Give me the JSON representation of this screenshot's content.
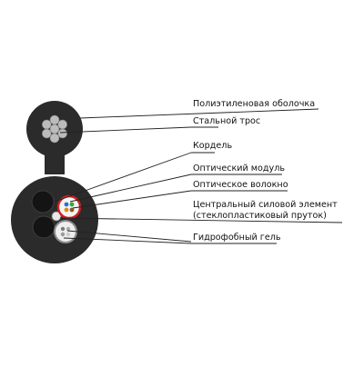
{
  "diagram": {
    "labels": [
      {
        "id": "sheath",
        "text": "Полиэтиленовая оболочка"
      },
      {
        "id": "steel-cable",
        "text": "Стальной трос"
      },
      {
        "id": "cord",
        "text": "Кордель"
      },
      {
        "id": "optical-module",
        "text": "Оптический модуль"
      },
      {
        "id": "optical-fiber",
        "text": "Оптическое волокно"
      },
      {
        "id": "central-member",
        "text": "Центральный силовой элемент",
        "text2": "(стеклопластиковый пруток)"
      },
      {
        "id": "gel",
        "text": "Гидрофобный гель"
      }
    ],
    "colors": {
      "sheath": "#2b2b2b",
      "steel": "#b8b8b8",
      "cord": "#1a1a1a",
      "module_ring": "#d02020",
      "fiber_blue": "#2a6fd0",
      "leader": "#222222"
    }
  }
}
